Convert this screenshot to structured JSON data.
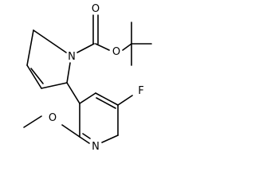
{
  "molecule": {
    "atoms": {
      "n_ring": "N",
      "o_carbonyl": "O",
      "o_ester": "O",
      "f": "F",
      "o_methoxy": "O",
      "n_pyridine": "N"
    }
  },
  "colors": {
    "ink": "#000000",
    "background": "#ffffff"
  }
}
